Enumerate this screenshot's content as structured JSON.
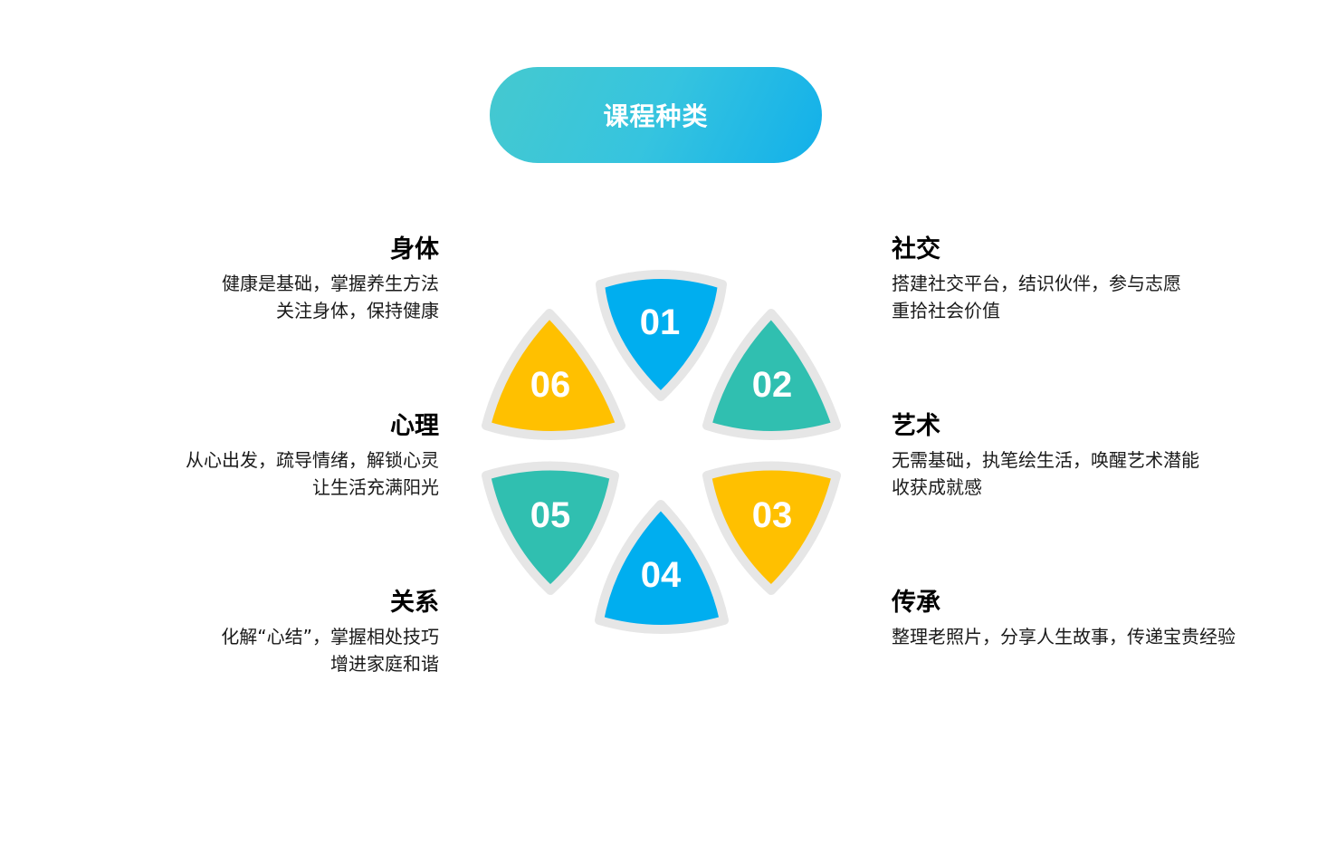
{
  "title": "课程种类",
  "colors": {
    "blue": "#00aeef",
    "teal": "#30bfb0",
    "yellow": "#ffc000",
    "border": "#e6e6e6",
    "title_gradient_start": "#45c9cf",
    "title_gradient_end": "#12b0ea"
  },
  "pieces": [
    {
      "number": "01",
      "color": "blue",
      "orientation": "down"
    },
    {
      "number": "02",
      "color": "teal",
      "orientation": "up"
    },
    {
      "number": "03",
      "color": "yellow",
      "orientation": "down"
    },
    {
      "number": "04",
      "color": "blue",
      "orientation": "up"
    },
    {
      "number": "05",
      "color": "teal",
      "orientation": "down"
    },
    {
      "number": "06",
      "color": "yellow",
      "orientation": "up"
    }
  ],
  "items": {
    "body": {
      "heading": "身体",
      "lines": [
        "健康是基础，掌握养生方法",
        "关注身体，保持健康"
      ]
    },
    "social": {
      "heading": "社交",
      "lines": [
        "搭建社交平台，结识伙伴，参与志愿",
        "重拾社会价值"
      ]
    },
    "mind": {
      "heading": "心理",
      "lines": [
        "从心出发，疏导情绪，解锁心灵",
        "让生活充满阳光"
      ]
    },
    "art": {
      "heading": "艺术",
      "lines": [
        "无需基础，执笔绘生活，唤醒艺术潜能",
        "收获成就感"
      ]
    },
    "relation": {
      "heading": "关系",
      "lines": [
        "化解“心结”，掌握相处技巧",
        "增进家庭和谐"
      ]
    },
    "heritage": {
      "heading": "传承",
      "lines": [
        "整理老照片，分享人生故事，传递宝贵经验"
      ]
    }
  }
}
